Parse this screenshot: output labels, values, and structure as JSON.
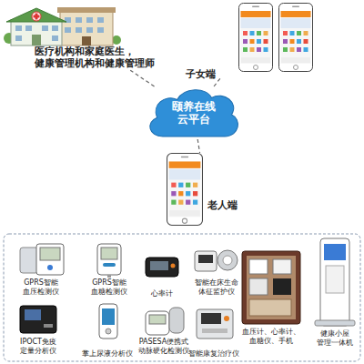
{
  "diagram": {
    "nodes": [
      {
        "text": [
          "医疗机构和家庭医生， 健康管理机构和健康管理师"
        ]
      },
      {
        "text": [
          "子女端"
        ]
      },
      {
        "text": [
          "颐养在线 云平台"
        ]
      },
      {
        "text": [
          "老人端"
        ]
      },
      {
        "text": [
          "GPRS智能 血压检测仪"
        ]
      },
      {
        "text": [
          "GPRS智能 血糖检测仪"
        ]
      },
      {
        "text": [
          "心率计"
        ]
      },
      {
        "text": [
          "智能在床生命 体征监护仪"
        ]
      },
      {
        "text": [
          "血压计、心率计、 血糖仪、手机"
        ]
      },
      {
        "text": [
          "健康小屋 管理一体机"
        ]
      },
      {
        "text": [
          "IPOCT免疫 定量分析仪"
        ]
      },
      {
        "text": [
          "掌上尿液分析仪"
        ]
      },
      {
        "text": [
          "PASESA便携式 动脉硬化检测仪"
        ]
      },
      {
        "text": [
          "智能康复治疗仪"
        ]
      }
    ],
    "edges": [
      {
        "from": 2,
        "to": 0,
        "arrow": "none"
      },
      {
        "from": 2,
        "to": 1,
        "arrow": "none"
      },
      {
        "from": 2,
        "to": 3,
        "arrow": "none"
      }
    ]
  }
}
